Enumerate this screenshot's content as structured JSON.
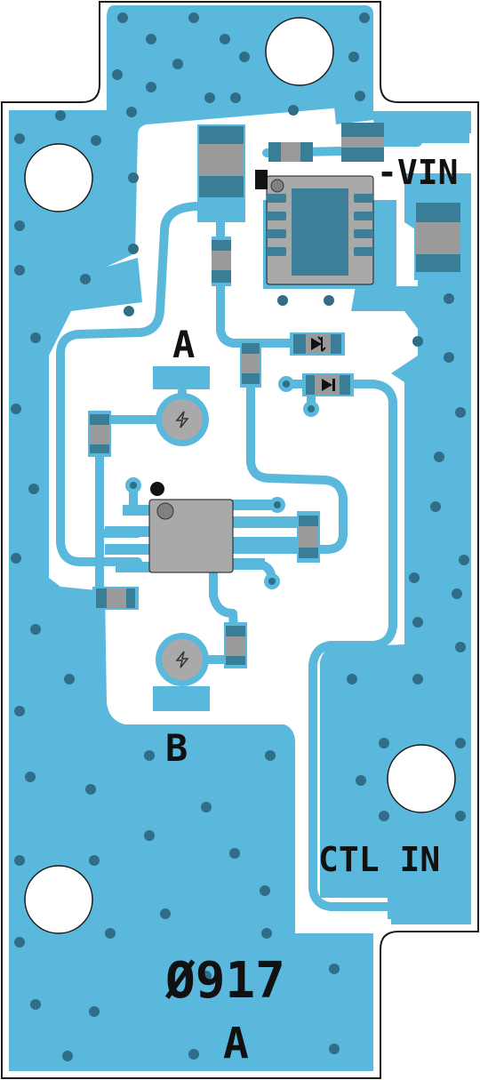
{
  "board": {
    "labels": {
      "vin": "-VIN",
      "a": "A",
      "b": "B",
      "ctl_in": "CTL IN",
      "code": "Ø917",
      "revision": "A"
    },
    "test_points": {
      "a": "test-point-a",
      "b": "test-point-b"
    }
  },
  "colors": {
    "copper": "#5ab8dc",
    "trace": "#5ab8dc",
    "substrate": "#ffffff",
    "outline": "#1a1a1a",
    "ic_body": "#a9a9a9",
    "ic_exposed_pad": "#3d7f99",
    "component_body": "#9a9a9a",
    "pad_metal": "#3a7d96",
    "via": "#2f6e86",
    "silkscreen": "#111111"
  }
}
